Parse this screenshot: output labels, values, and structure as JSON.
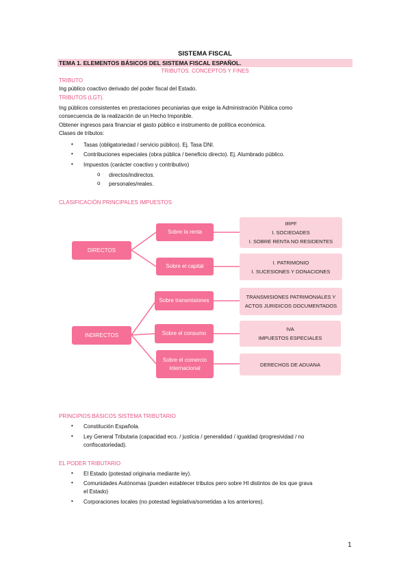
{
  "doc": {
    "title": "SISTEMA FISCAL",
    "tema": "TEMA 1. ELEMENTOS BÁSICOS DEL SISTEMA FISCAL ESPAÑOL.",
    "subtitle": "TRIBUTOS. CONCEPTOS Y FINES",
    "page_number": "1"
  },
  "tributo": {
    "heading": "TRIBUTO",
    "text": "Ing público coactivo derivado del poder fiscal del Estado."
  },
  "tributos_lgt": {
    "heading": "TRIBUTOS (LGT).",
    "line1": "Ing públicos consistentes en prestaciones pecuniarias que exige la Administración Pública como",
    "line2": "consecuencia de la realización de un Hecho Imponible.",
    "line3": "Obtener ingresos para financiar el gasto público e instrumento de política económica.",
    "line4": "Clases de tributos:",
    "items": [
      "Tasas (obligatoriedad / servicio público). Ej. Tasa DNI.",
      "Contribuciones especiales (obra pública / beneficio directo). Ej. Alumbrado público.",
      "Impuestos (carácter coactivo y contributivo)"
    ],
    "subitems": [
      "directos/indirectos.",
      "personales/reales."
    ],
    "sub_marker": "o"
  },
  "clasificacion": {
    "heading": "CLASIFICACIÓN PRINCIPALES IMPUESTOS",
    "directos": "DIRECTOS",
    "indirectos": "INDIRECTOS",
    "renta": "Sobre la renta",
    "capital": "Sobre el capital",
    "transmisiones": "Sobre transmisiones",
    "consumo": "Sobre el consumo",
    "comercio_l1": "Sobre el comercio",
    "comercio_l2": "internacional",
    "renta_r1": "IRPF",
    "renta_r2": "I. SOCIEDADES",
    "renta_r3": "I. SOBRE RENTA NO RESIDENTES",
    "capital_r1": "I. PATRIMONIO",
    "capital_r2": "I. SUCESIONES Y DONACIONES",
    "trans_r1": "TRANSMISIONES PATRIMONIALES Y",
    "trans_r2": "ACTOS JURIDICOS DOCUMENTADOS",
    "consumo_r1": "IVA",
    "consumo_r2": "IMPUESTOS ESPECIALES",
    "comercio_r1": "DERECHOS DE ADUANA"
  },
  "principios": {
    "heading": "PRINCIPIOS BÁSICOS SISTEMA TRIBUTARIO",
    "item1": "Constitución Española.",
    "item2_l1": "Ley General Tributaria  (capacidad eco. / justicia / generalidad / igualdad /progresividad / no",
    "item2_l2": "confiscatoriedad)."
  },
  "poder": {
    "heading": "EL PODER TRIBUTARIO",
    "item1": "El Estado (potestad originaria mediante ley).",
    "item2_l1": "Comunidades Autónomas (pueden establecer tributos pero sobre HI distintos de los que grava",
    "item2_l2": "el Estado)",
    "item3": "Corporaciones locales (no potestad legislativa/sometidas a los anteriores)."
  },
  "bullet_char": "•",
  "colors": {
    "accent": "#f56f96",
    "light": "#fbd3dc",
    "heading": "#e8527f",
    "tema_bg": "#f9cfd9"
  }
}
